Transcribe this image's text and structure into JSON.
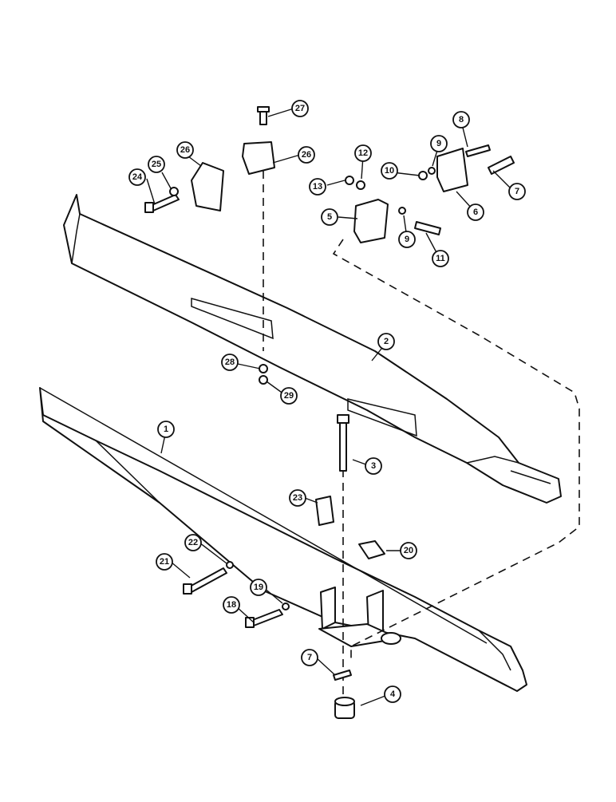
{
  "diagram": {
    "callouts": [
      {
        "id": "c1",
        "label": "1"
      },
      {
        "id": "c2",
        "label": "2"
      },
      {
        "id": "c3",
        "label": "3"
      },
      {
        "id": "c4",
        "label": "4"
      },
      {
        "id": "c5",
        "label": "5"
      },
      {
        "id": "c6",
        "label": "6"
      },
      {
        "id": "c7a",
        "label": "7"
      },
      {
        "id": "c7b",
        "label": "7"
      },
      {
        "id": "c8",
        "label": "8"
      },
      {
        "id": "c9a",
        "label": "9"
      },
      {
        "id": "c9b",
        "label": "9"
      },
      {
        "id": "c10",
        "label": "10"
      },
      {
        "id": "c11",
        "label": "11"
      },
      {
        "id": "c12",
        "label": "12"
      },
      {
        "id": "c13",
        "label": "13"
      },
      {
        "id": "c18",
        "label": "18"
      },
      {
        "id": "c19",
        "label": "19"
      },
      {
        "id": "c20",
        "label": "20"
      },
      {
        "id": "c21",
        "label": "21"
      },
      {
        "id": "c22",
        "label": "22"
      },
      {
        "id": "c23",
        "label": "23"
      },
      {
        "id": "c24",
        "label": "24"
      },
      {
        "id": "c25",
        "label": "25"
      },
      {
        "id": "c26a",
        "label": "26"
      },
      {
        "id": "c26b",
        "label": "26"
      },
      {
        "id": "c27",
        "label": "27"
      },
      {
        "id": "c28",
        "label": "28"
      },
      {
        "id": "c29",
        "label": "29"
      }
    ]
  }
}
